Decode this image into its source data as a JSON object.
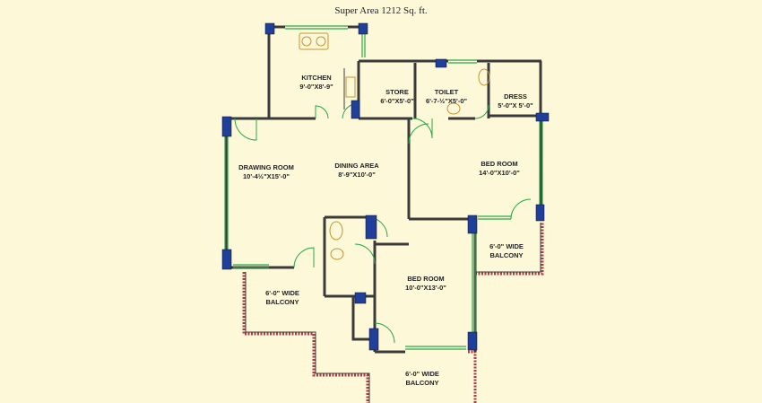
{
  "title": "Super Area 1212 Sq. ft.",
  "rooms": {
    "kitchen": {
      "name": "KITCHEN",
      "size": "9'-0\"X8'-9\""
    },
    "store": {
      "name": "STORE",
      "size": "6'-0\"X5'-0\""
    },
    "toilet": {
      "name": "TOILET",
      "size": "6'-7-½\"X5'-0\""
    },
    "dress": {
      "name": "DRESS",
      "size": "5'-0\"X 5'-0\""
    },
    "drawing_room": {
      "name": "DRAWING ROOM",
      "size": "10'-4½\"X15'-0\""
    },
    "dining_area": {
      "name": "DINING AREA",
      "size": "8'-9\"X10'-0\""
    },
    "bed_room_1": {
      "name": "BED ROOM",
      "size": "14'-0\"X10'-0\""
    },
    "bed_room_2": {
      "name": "BED ROOM",
      "size": "10'-0\"X13'-0\""
    },
    "balcony_right": {
      "name": "6'-0\" WIDE",
      "sub": "BALCONY"
    },
    "balcony_left": {
      "name": "6'-0\" WIDE",
      "sub": "BALCONY"
    },
    "balcony_bottom": {
      "name": "6'-0\" WIDE",
      "sub": "BALCONY"
    }
  },
  "colors": {
    "background": "#fdf9d8",
    "wall": "#3a3a3a",
    "column": "#1f3f9a",
    "door": "#2aa84a",
    "railing": "#b03a4a"
  }
}
